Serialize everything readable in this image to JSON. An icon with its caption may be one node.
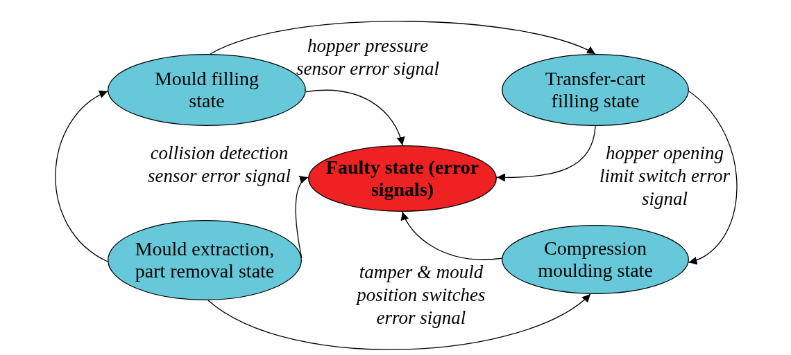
{
  "diagram": {
    "nodes": [
      {
        "text": [
          "Mould filling state"
        ]
      },
      {
        "text": [
          "Transfer-cart filling state"
        ]
      },
      {
        "text": [
          "Faulty state (error signals)"
        ]
      },
      {
        "text": [
          "Mould extraction, part removal state"
        ]
      },
      {
        "text": [
          "Compression moulding state"
        ]
      }
    ],
    "edges": [
      {
        "from": 0,
        "to": 1,
        "arrow": "to"
      },
      {
        "from": 1,
        "to": 4,
        "arrow": "to"
      },
      {
        "from": 3,
        "to": 4,
        "arrow": "to"
      },
      {
        "from": 3,
        "to": 0,
        "arrow": "to"
      },
      {
        "from": 0,
        "to": 2,
        "arrow": "to",
        "label": "hopper pressure sensor error signal"
      },
      {
        "from": 1,
        "to": 2,
        "arrow": "to",
        "label": "hopper opening limit switch error signal"
      },
      {
        "from": 3,
        "to": 2,
        "arrow": "to",
        "label": "collision detection sensor error signal"
      },
      {
        "from": 4,
        "to": 2,
        "arrow": "to",
        "label": "tamper & mould position switches error signal"
      }
    ]
  }
}
